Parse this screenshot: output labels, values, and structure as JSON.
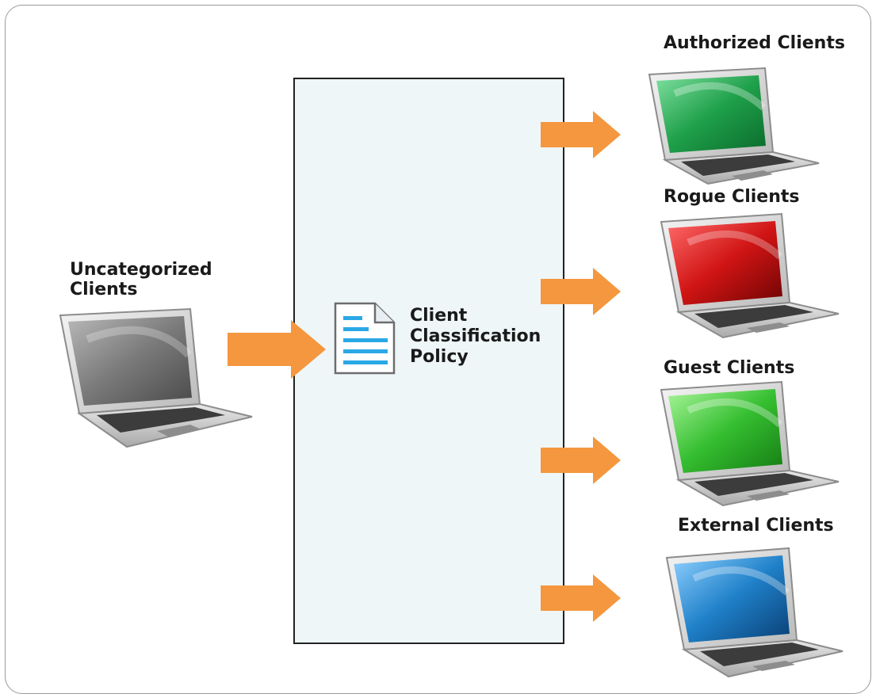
{
  "labels": {
    "uncategorized": "Uncategorized Clients",
    "policy": "Client Classification Policy",
    "authorized": "Authorized Clients",
    "rogue": "Rogue Clients",
    "guest": "Guest Clients",
    "external": "External Clients"
  },
  "colors": {
    "arrow": "#f4973f",
    "policy_box": "#eef6f8",
    "screen_uncategorized": "#6e6e6e",
    "screen_authorized": "#1fa04a",
    "screen_rogue": "#c81515",
    "screen_guest": "#2fb52f",
    "screen_external": "#1a78c2",
    "document_lines": "#2aa8e6"
  },
  "icons": {
    "source": "laptop-icon",
    "policy": "document-icon",
    "flow": "arrow-right-icon"
  }
}
